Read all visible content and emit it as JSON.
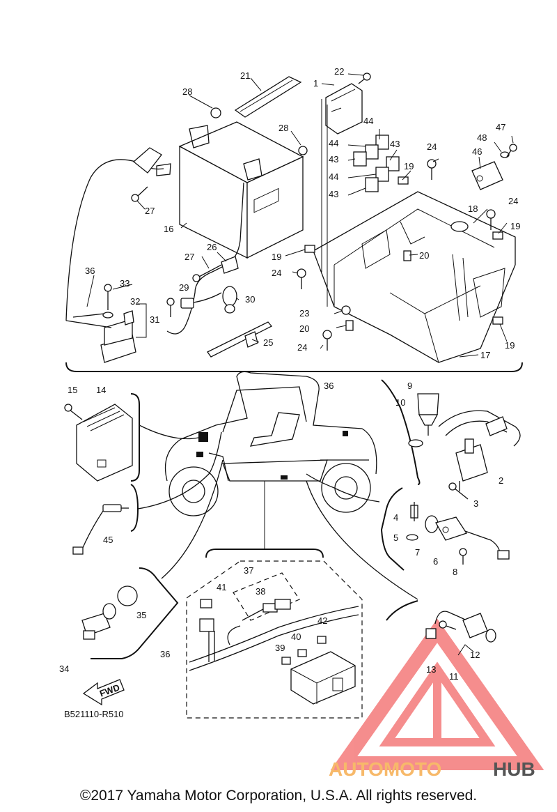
{
  "diagram_code": "B521110-R510",
  "copyright": "©2017 Yamaha Motor Corporation, U.S.A. All rights reserved.",
  "watermark": {
    "brand_part1": "AUTOMOTO",
    "brand_part2": "HUB",
    "color_primary": "#f47a7a",
    "color_secondary": "#f7b96a",
    "color_dark": "#555555"
  },
  "fwd_label": "FWD",
  "callouts": {
    "c1": "1",
    "c2": "2",
    "c3": "3",
    "c4": "4",
    "c5": "5",
    "c6": "6",
    "c7": "7",
    "c8": "8",
    "c9": "9",
    "c10": "10",
    "c11": "11",
    "c12": "12",
    "c13": "13",
    "c14": "14",
    "c15": "15",
    "c16": "16",
    "c17": "17",
    "c18": "18",
    "c19a": "19",
    "c19b": "19",
    "c19c": "19",
    "c19d": "19",
    "c20a": "20",
    "c20b": "20",
    "c21": "21",
    "c22": "22",
    "c23": "23",
    "c24a": "24",
    "c24b": "24",
    "c24c": "24",
    "c24d": "24",
    "c25": "25",
    "c26": "26",
    "c27a": "27",
    "c27b": "27",
    "c28a": "28",
    "c28b": "28",
    "c29": "29",
    "c30": "30",
    "c31": "31",
    "c32": "32",
    "c33": "33",
    "c34": "34",
    "c35": "35",
    "c36a": "36",
    "c36b": "36",
    "c36c": "36",
    "c37": "37",
    "c38": "38",
    "c39": "39",
    "c40": "40",
    "c41": "41",
    "c42": "42",
    "c43a": "43",
    "c43b": "43",
    "c43c": "43",
    "c44a": "44",
    "c44b": "44",
    "c44c": "44",
    "c45": "45",
    "c46": "46",
    "c47": "47",
    "c48": "48"
  }
}
